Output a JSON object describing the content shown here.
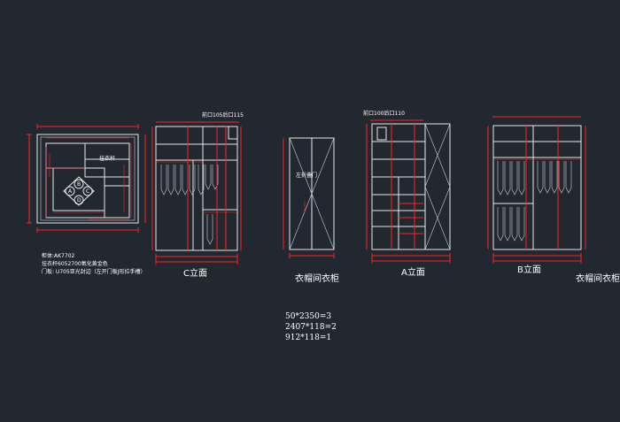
{
  "colors": {
    "background": "#212830",
    "outline": "#e8e8e8",
    "dimension": "#ff1f1f",
    "text": "#ffffff"
  },
  "plan": {
    "label_hang_rod": "挂衣杆",
    "lettered_tags": [
      "A",
      "B",
      "C",
      "D"
    ],
    "notes": [
      "柜体:AK7702",
      "挂衣杆6052700氧化黄金色",
      "门板: U705亚光封边（左开门板J形拉手槽）"
    ]
  },
  "elevation_c": {
    "title": "C立面",
    "top_note": "前口105后口115"
  },
  "door": {
    "label": "左折叠门",
    "caption": "衣帽间衣柜"
  },
  "elevation_a": {
    "title": "A立面",
    "top_note": "前口100后口110"
  },
  "elevation_b": {
    "title": "B立面",
    "caption": "衣帽间衣柜"
  },
  "quantities": [
    "50*2350=3",
    "2407*118=2",
    "912*118=1"
  ]
}
